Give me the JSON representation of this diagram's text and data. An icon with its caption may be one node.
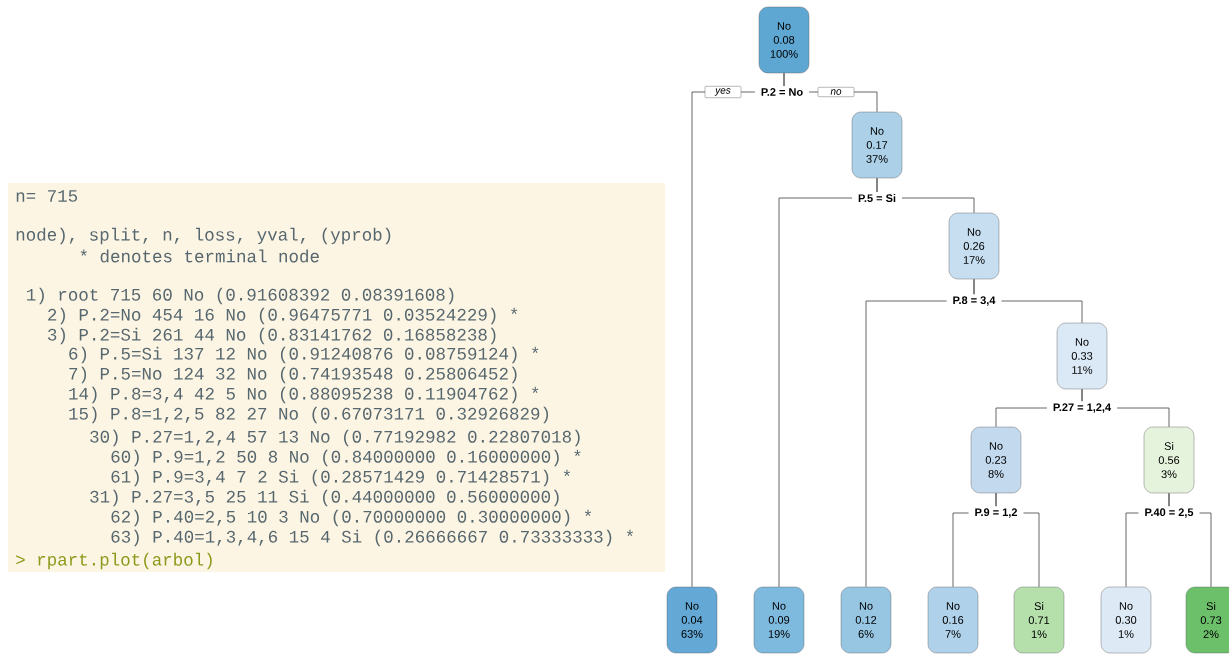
{
  "diagram": {
    "nodes": [
      {
        "text": [
          "No",
          "0.08",
          "100%"
        ]
      },
      {
        "text": [
          "No",
          "0.17",
          "37%"
        ]
      },
      {
        "text": [
          "No",
          "0.26",
          "17%"
        ]
      },
      {
        "text": [
          "No",
          "0.33",
          "11%"
        ]
      },
      {
        "text": [
          "No",
          "0.23",
          "8%"
        ]
      },
      {
        "text": [
          "Si",
          "0.56",
          "3%"
        ]
      },
      {
        "text": [
          "No",
          "0.04",
          "63%"
        ]
      },
      {
        "text": [
          "No",
          "0.09",
          "19%"
        ]
      },
      {
        "text": [
          "No",
          "0.12",
          "6%"
        ]
      },
      {
        "text": [
          "No",
          "0.16",
          "7%"
        ]
      },
      {
        "text": [
          "Si",
          "0.71",
          "1%"
        ]
      },
      {
        "text": [
          "No",
          "0.30",
          "1%"
        ]
      },
      {
        "text": [
          "Si",
          "0.73",
          "2%"
        ]
      }
    ],
    "edges": [
      {
        "from": 0,
        "to": 6,
        "arrow": "none",
        "label": "yes"
      },
      {
        "from": 0,
        "to": 1,
        "arrow": "none",
        "label": "no"
      },
      {
        "from": 1,
        "to": 7,
        "arrow": "none"
      },
      {
        "from": 1,
        "to": 2,
        "arrow": "none"
      },
      {
        "from": 2,
        "to": 8,
        "arrow": "none"
      },
      {
        "from": 2,
        "to": 3,
        "arrow": "none"
      },
      {
        "from": 3,
        "to": 4,
        "arrow": "none"
      },
      {
        "from": 3,
        "to": 5,
        "arrow": "none"
      },
      {
        "from": 4,
        "to": 9,
        "arrow": "none"
      },
      {
        "from": 4,
        "to": 10,
        "arrow": "none"
      },
      {
        "from": 5,
        "to": 11,
        "arrow": "none"
      },
      {
        "from": 5,
        "to": 12,
        "arrow": "none"
      }
    ],
    "labels": [
      "n= 715",
      "node), split, n, loss, yval, (yprob)",
      "* denotes terminal node",
      "1) root 715 60 No (0.91608392 0.08391608)",
      "2) P.2=No 454 16 No (0.96475771 0.03524229) *",
      "3) P.2=Si 261 44 No (0.83141762 0.16858238)",
      "6) P.5=Si 137 12 No (0.91240876 0.08759124) *",
      "7) P.5=No 124 32 No (0.74193548 0.25806452)",
      "14) P.8=3,4 42 5 No (0.88095238 0.11904762) *",
      "15) P.8=1,2,5 82 27 No (0.67073171 0.32926829)",
      "30) P.27=1,2,4 57 13 No (0.77192982 0.22807018)",
      "60) P.9=1,2 50 8 No (0.84000000 0.16000000) *",
      "61) P.9=3,4 7 2 Si (0.28571429 0.71428571) *",
      "31) P.27=3,5 25 11 Si (0.44000000 0.56000000)",
      "62) P.40=2,5 10 3 No (0.70000000 0.30000000) *",
      "63) P.40=1,3,4,6 15 4 Si (0.26666667 0.73333333) *",
      "> rpart.plot(arbol)",
      "P.2 = No",
      "P.5 = Si",
      "P.8 = 3,4",
      "P.27 = 1,2,4",
      "P.9 = 1,2",
      "P.40 = 2,5"
    ]
  }
}
